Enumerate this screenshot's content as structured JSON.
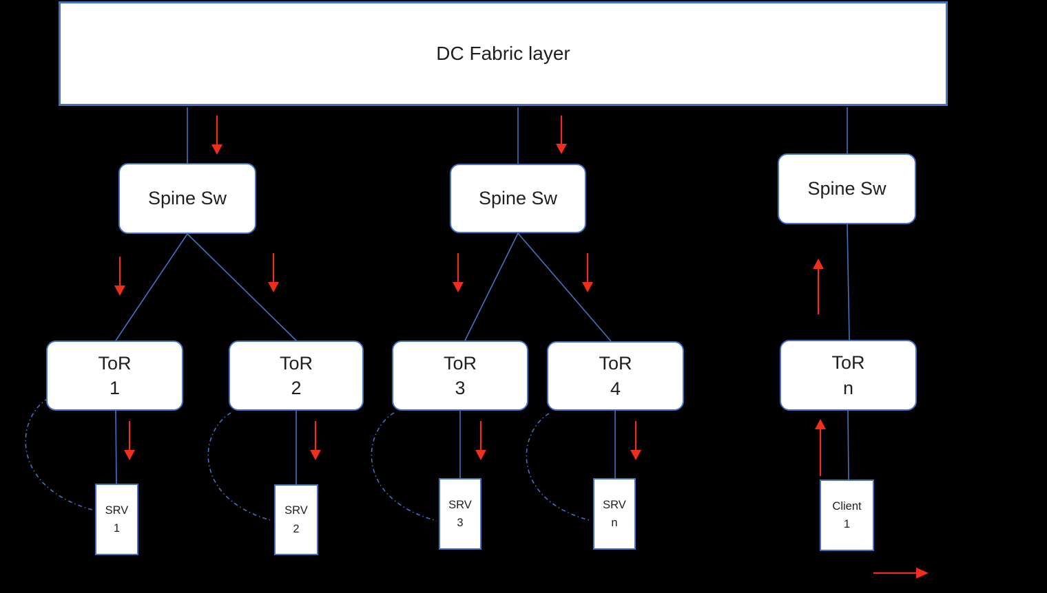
{
  "diagram": {
    "title_hint": "DC fabric network topology",
    "colors": {
      "background": "#000000",
      "line": "#4472C4",
      "arrow": "#F02E1D",
      "box_fill": "#FFFFFF",
      "box_border": "#4472C4",
      "text": "#1F1F1F"
    },
    "fabric": {
      "label": "DC Fabric layer"
    },
    "spines": [
      {
        "label": "Spine Sw"
      },
      {
        "label": "Spine Sw"
      },
      {
        "label": "Spine Sw"
      }
    ],
    "tors": [
      {
        "line1": "ToR",
        "line2": "1"
      },
      {
        "line1": "ToR",
        "line2": "2"
      },
      {
        "line1": "ToR",
        "line2": "3"
      },
      {
        "line1": "ToR",
        "line2": "4"
      },
      {
        "line1": "ToR",
        "line2": "n"
      }
    ],
    "servers": [
      {
        "line1": "SRV",
        "line2": "1"
      },
      {
        "line1": "SRV",
        "line2": "2"
      },
      {
        "line1": "SRV",
        "line2": "3"
      },
      {
        "line1": "SRV",
        "line2": "n"
      },
      {
        "line1": "Client",
        "line2": "1"
      }
    ]
  }
}
